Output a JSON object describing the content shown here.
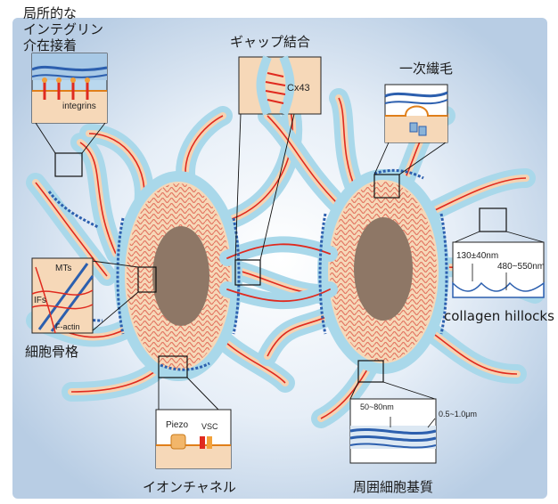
{
  "labels": {
    "integrin_title_1": "局所的な",
    "integrin_title_2": "インテグリン",
    "integrin_title_3": "介在接着",
    "integrins": "integrins",
    "gap_title": "ギャップ結合",
    "cx43": "Cx43",
    "cilium_title": "一次繊毛",
    "hillock_dim_1": "130±40nm",
    "hillock_dim_2": "480~550nm",
    "collagen_hillocks": "collagen hillocks",
    "mts": "MTs",
    "ifs": "IFs",
    "factin": "F-actin",
    "cytoskeleton_title": "細胞骨格",
    "piezo": "Piezo",
    "vsc": "VSC",
    "ion_channel_title": "イオンチャネル",
    "matrix_dim_1": "50~80nm",
    "matrix_dim_2": "0.5~1.0μm",
    "pericellular_matrix_title": "周囲細胞基質"
  },
  "colors": {
    "background_fill": "#dce8f3",
    "cell_border": "#9fd3e8",
    "cytoplasm": "#f6d8b8",
    "nucleus": "#8e7766",
    "actin_red": "#e02a1f",
    "matrix_blue": "#2c5fae"
  }
}
